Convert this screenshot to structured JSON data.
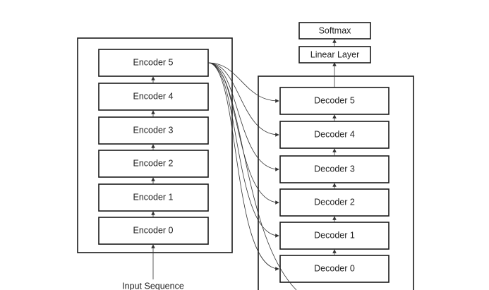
{
  "encoder": {
    "blocks": [
      "Encoder 5",
      "Encoder 4",
      "Encoder 3",
      "Encoder 2",
      "Encoder 1",
      "Encoder 0"
    ]
  },
  "decoder": {
    "blocks": [
      "Decoder 5",
      "Decoder 4",
      "Decoder 3",
      "Decoder 2",
      "Decoder 1",
      "Decoder 0"
    ]
  },
  "head": {
    "linear": "Linear Layer",
    "softmax": "Softmax"
  },
  "input": {
    "label": "Input Sequence"
  }
}
